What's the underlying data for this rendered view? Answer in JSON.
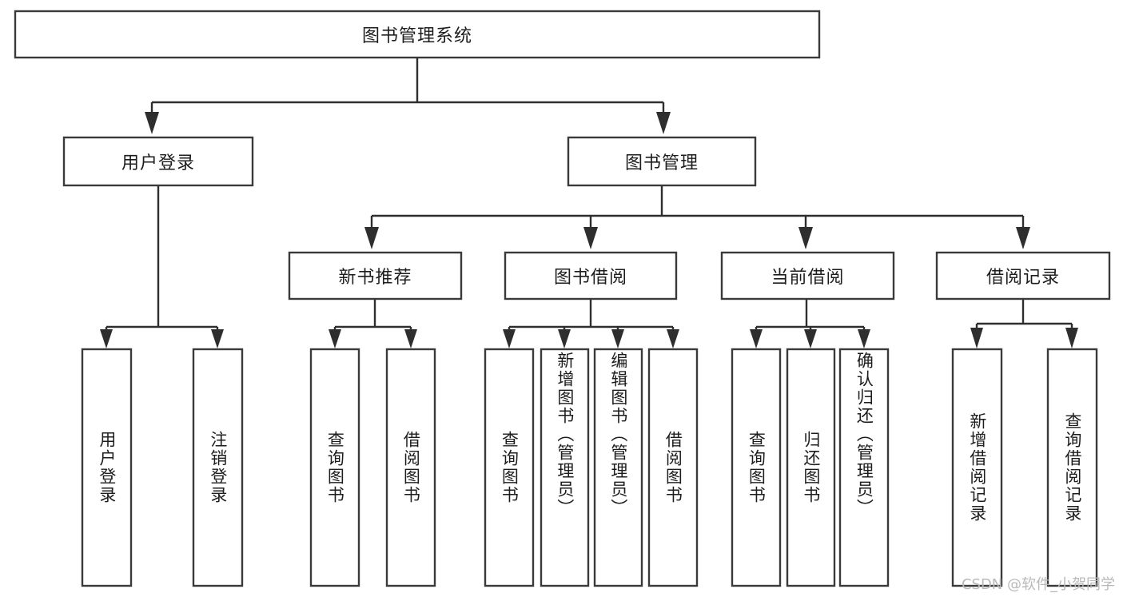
{
  "diagram": {
    "type": "tree-hierarchy-flowchart",
    "title": "图书管理系统",
    "background_color": "#ffffff",
    "box_stroke_color": "#3a3a3a",
    "connector_color": "#2e2e2e",
    "text_color": "#1d1d1d"
  },
  "root": {
    "label": "图书管理系统",
    "orientation": "horizontal"
  },
  "level2": [
    {
      "label": "用户登录",
      "orientation": "horizontal"
    },
    {
      "label": "图书管理",
      "orientation": "horizontal"
    }
  ],
  "level3": [
    {
      "label": "新书推荐",
      "orientation": "horizontal"
    },
    {
      "label": "图书借阅",
      "orientation": "horizontal"
    },
    {
      "label": "当前借阅",
      "orientation": "horizontal"
    },
    {
      "label": "借阅记录",
      "orientation": "horizontal"
    }
  ],
  "leaves": {
    "user_login": [
      {
        "label": "用户登录",
        "orientation": "vertical"
      },
      {
        "label": "注销登录",
        "orientation": "vertical"
      }
    ],
    "new_book_recommend": [
      {
        "label": "查询图书",
        "orientation": "vertical"
      },
      {
        "label": "借阅图书",
        "orientation": "vertical"
      }
    ],
    "book_borrow": [
      {
        "label": "查询图书",
        "orientation": "vertical"
      },
      {
        "label": "新增图书（管理员）",
        "orientation": "vertical"
      },
      {
        "label": "编辑图书（管理员）",
        "orientation": "vertical"
      },
      {
        "label": "借阅图书",
        "orientation": "vertical"
      }
    ],
    "current_borrow": [
      {
        "label": "查询图书",
        "orientation": "vertical"
      },
      {
        "label": "归还图书",
        "orientation": "vertical"
      },
      {
        "label": "确认归还（管理员）",
        "orientation": "vertical"
      }
    ],
    "borrow_record": [
      {
        "label": "新增借阅记录",
        "orientation": "vertical"
      },
      {
        "label": "查询借阅记录",
        "orientation": "vertical"
      }
    ]
  },
  "watermark": {
    "text": "CSDN @软件_小贺同学",
    "color": "#b9b9b9"
  }
}
